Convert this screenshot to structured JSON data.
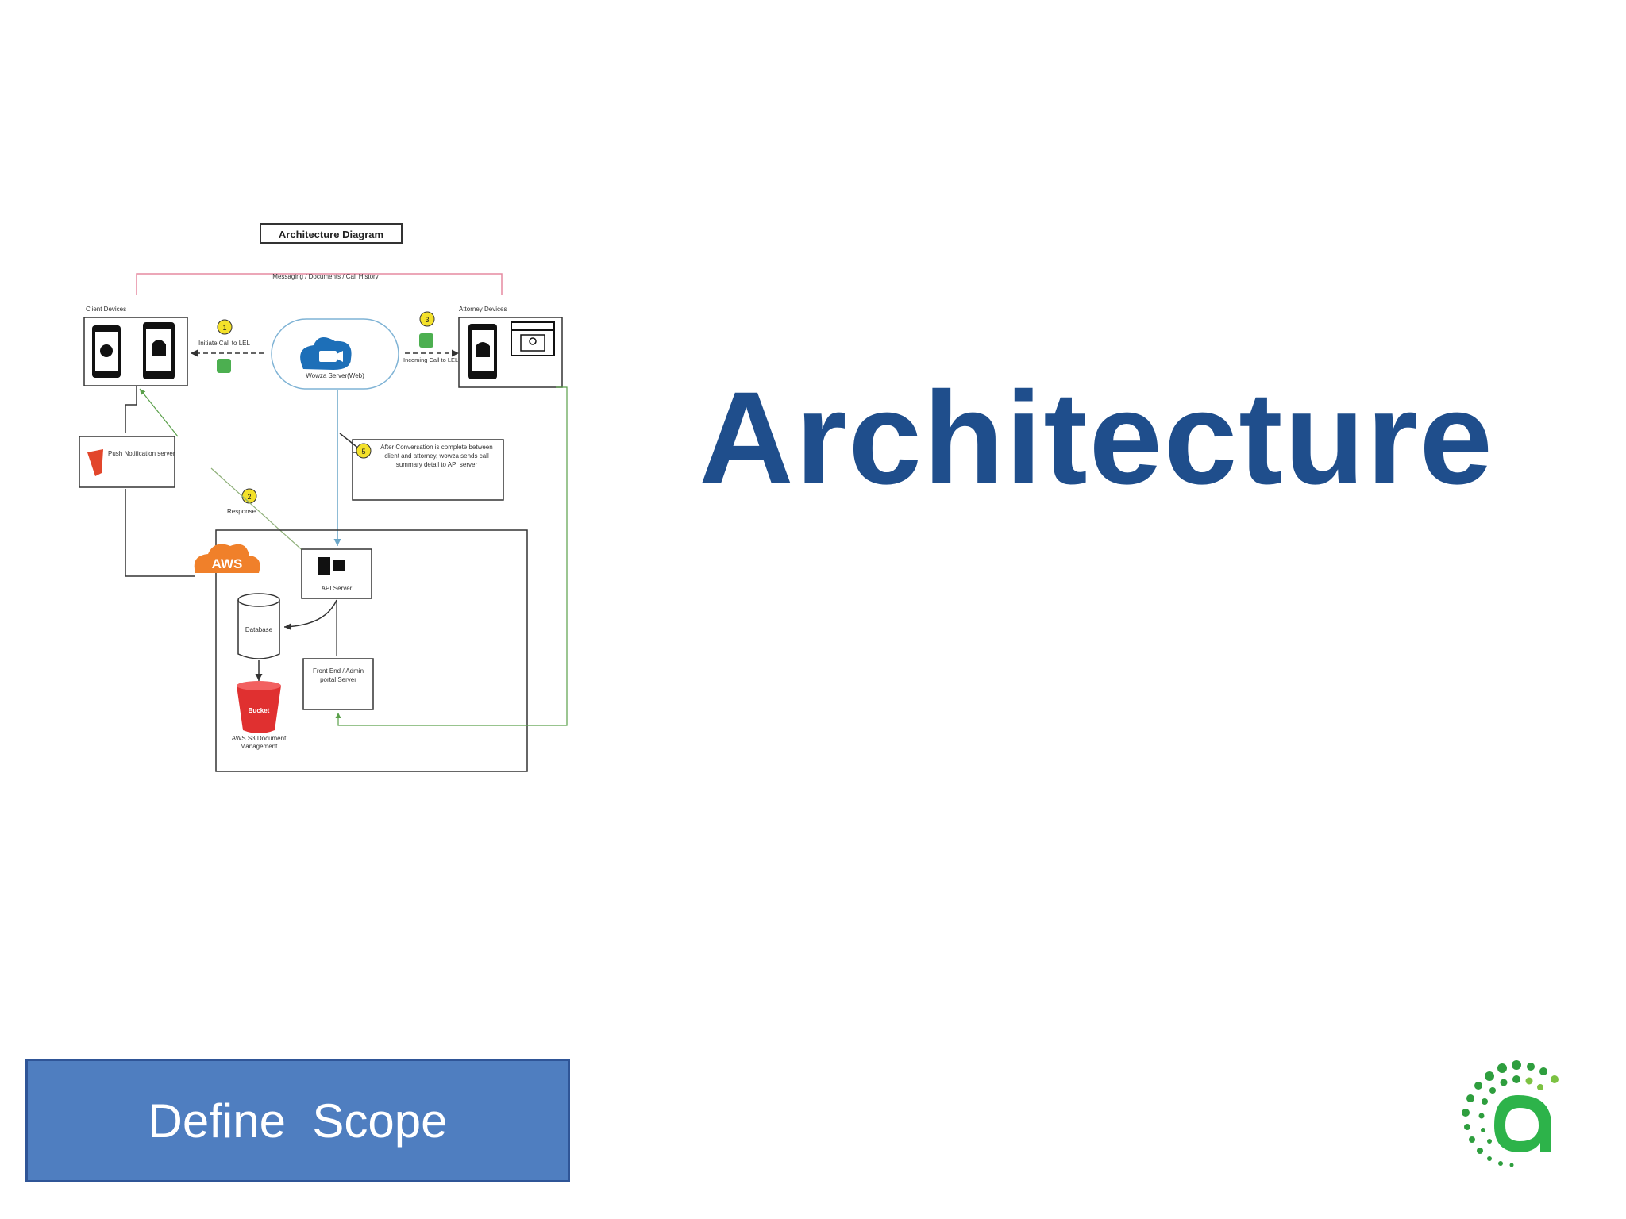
{
  "title": "Architecture",
  "button": {
    "label": "Define  Scope"
  },
  "colors": {
    "title": "#1f4e8c",
    "button_fill": "#4f7ec0",
    "button_border": "#2f5597",
    "logo_green": "#2e9e3e"
  },
  "diagram": {
    "title": "Architecture Diagram",
    "top_link": "Messaging / Documents / Call History",
    "client_devices": "Client Devices",
    "attorney_devices": "Attorney Devices",
    "server": "Wowza Server(Web)",
    "initiate_call": "Initiate Call to LEL",
    "incoming_call": "Incoming Call to LEL",
    "push_server": "Push Notification server",
    "note": "After Conversation is complete between client and attorney, wowza sends call summary detail to API server",
    "response": "Response",
    "aws": "AWS",
    "api_server": "API Server",
    "database": "Database",
    "frontend": "Front End / Admin portal Server",
    "bucket": "Bucket",
    "s3": "AWS S3 Document Management",
    "step_1": "1",
    "step_2": "2",
    "step_3": "3",
    "step_5": "5"
  }
}
